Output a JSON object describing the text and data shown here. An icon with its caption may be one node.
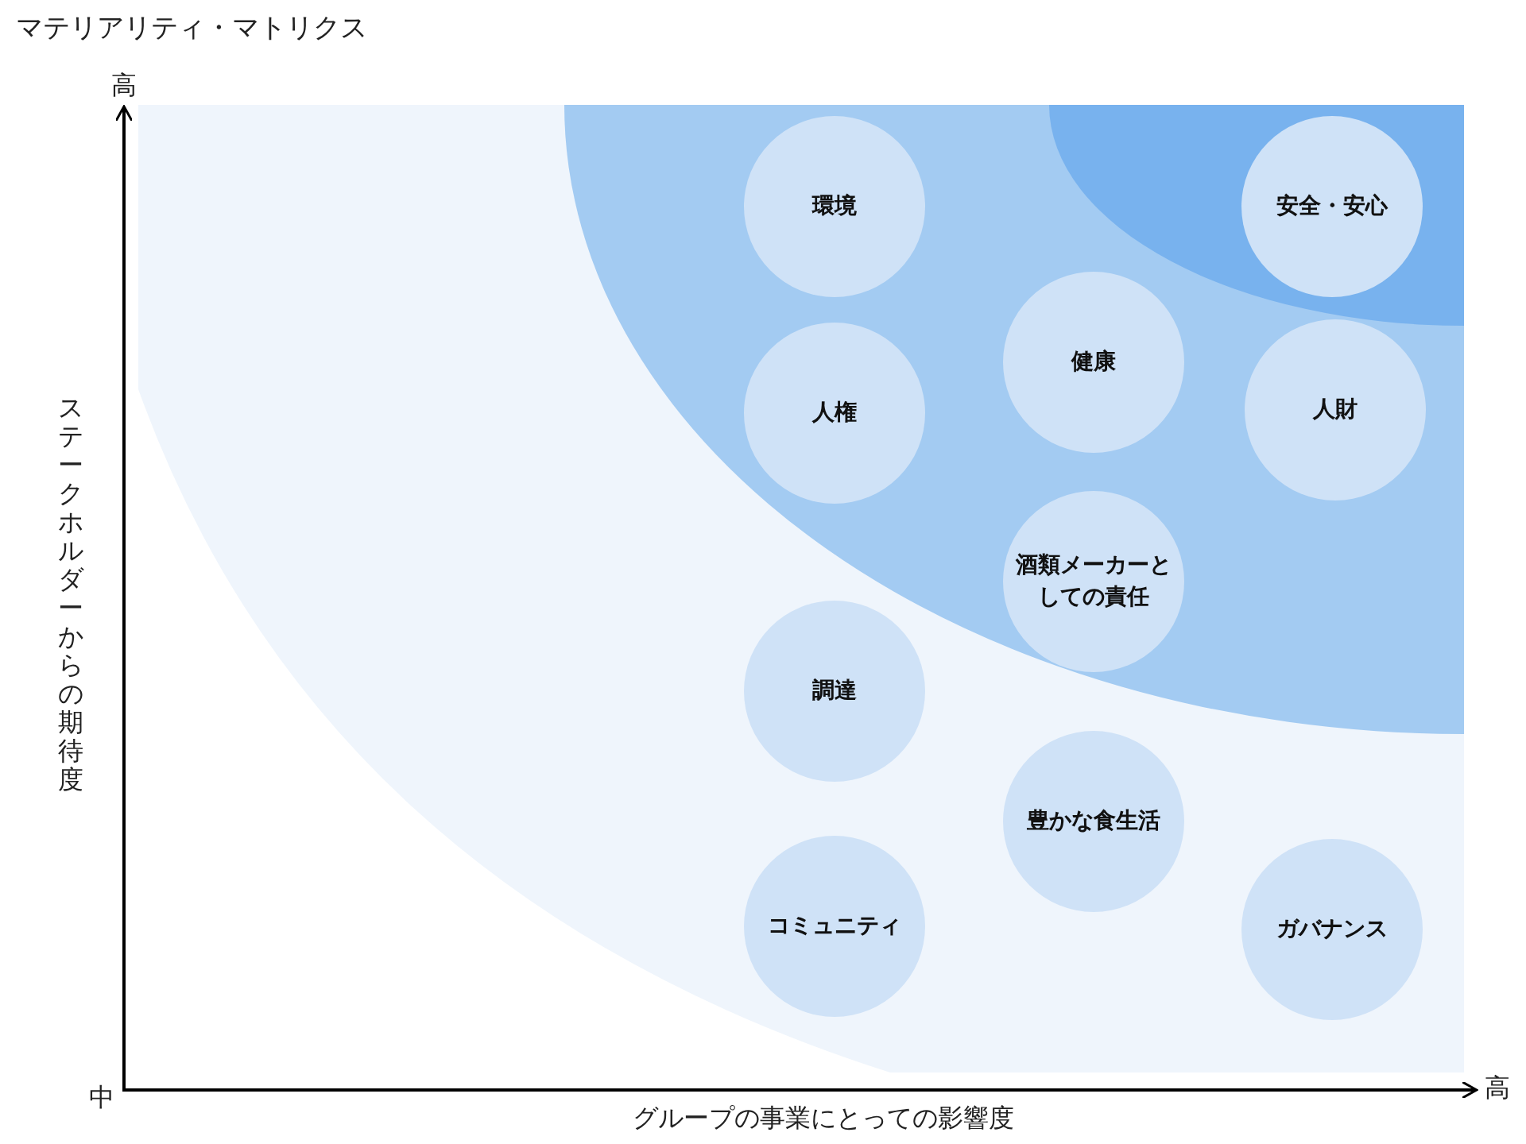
{
  "diagram": {
    "title": "マテリアリティ・マトリクス",
    "nodes": [
      {
        "text": [
          "環境"
        ]
      },
      {
        "text": [
          "安全・安心"
        ]
      },
      {
        "text": [
          "健康"
        ]
      },
      {
        "text": [
          "人権"
        ]
      },
      {
        "text": [
          "人財"
        ]
      },
      {
        "text": [
          "酒類メーカーとしての責任"
        ]
      },
      {
        "text": [
          "調達"
        ]
      },
      {
        "text": [
          "豊かな食生活"
        ]
      },
      {
        "text": [
          "コミュニティ"
        ]
      },
      {
        "text": [
          "ガバナンス"
        ]
      }
    ],
    "labels": [
      "高",
      "ステークホルダーからの期待度",
      "中",
      "高",
      "グループの事業にとっての影響度"
    ]
  }
}
